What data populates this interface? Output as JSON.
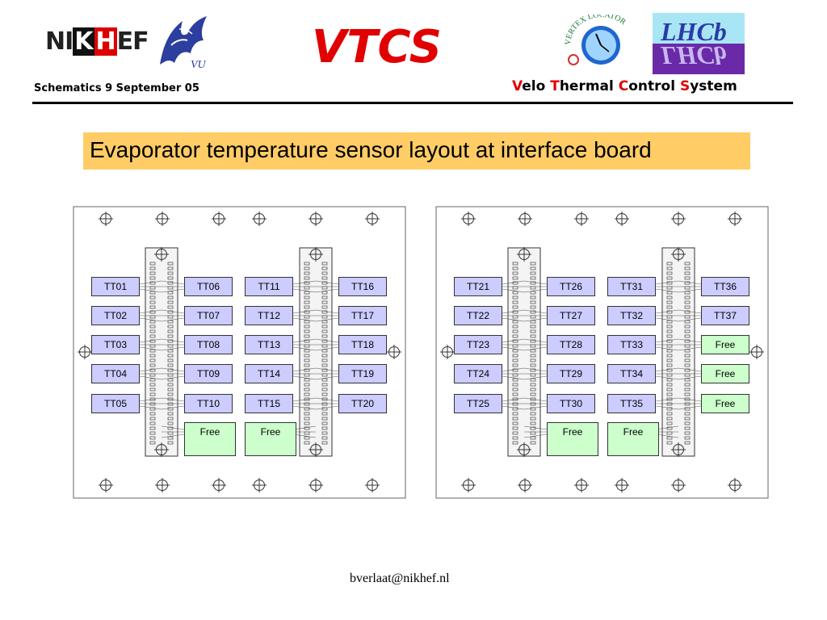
{
  "header": {
    "logo_text_parts": [
      "NI",
      "K",
      "H",
      "EF"
    ],
    "vu_text": "VU",
    "app_title": "VTCS",
    "date_line": "Schematics 9 September 05",
    "system_name": [
      {
        "cap": "V",
        "rest": "elo "
      },
      {
        "cap": "T",
        "rest": "hermal "
      },
      {
        "cap": "C",
        "rest": "ontrol "
      },
      {
        "cap": "S",
        "rest": "ystem"
      }
    ],
    "velo_ring_text": "VERTEX LOCATOR",
    "lhcb_text": "LHCb"
  },
  "title": "Evaporator temperature sensor layout at interface board",
  "boards": [
    {
      "sensors": [
        {
          "label": "TT01",
          "col": 0,
          "row": 0,
          "free": false
        },
        {
          "label": "TT02",
          "col": 0,
          "row": 1,
          "free": false
        },
        {
          "label": "TT03",
          "col": 0,
          "row": 2,
          "free": false
        },
        {
          "label": "TT04",
          "col": 0,
          "row": 3,
          "free": false
        },
        {
          "label": "TT05",
          "col": 0,
          "row": 4,
          "free": false
        },
        {
          "label": "TT06",
          "col": 1,
          "row": 0,
          "free": false
        },
        {
          "label": "TT07",
          "col": 1,
          "row": 1,
          "free": false
        },
        {
          "label": "TT08",
          "col": 1,
          "row": 2,
          "free": false
        },
        {
          "label": "TT09",
          "col": 1,
          "row": 3,
          "free": false
        },
        {
          "label": "TT10",
          "col": 1,
          "row": 4,
          "free": false
        },
        {
          "label": "Free",
          "col": 1,
          "row": 5,
          "free": true
        },
        {
          "label": "TT11",
          "col": 2,
          "row": 0,
          "free": false
        },
        {
          "label": "TT12",
          "col": 2,
          "row": 1,
          "free": false
        },
        {
          "label": "TT13",
          "col": 2,
          "row": 2,
          "free": false
        },
        {
          "label": "TT14",
          "col": 2,
          "row": 3,
          "free": false
        },
        {
          "label": "TT15",
          "col": 2,
          "row": 4,
          "free": false
        },
        {
          "label": "Free",
          "col": 2,
          "row": 5,
          "free": true
        },
        {
          "label": "TT16",
          "col": 3,
          "row": 0,
          "free": false
        },
        {
          "label": "TT17",
          "col": 3,
          "row": 1,
          "free": false
        },
        {
          "label": "TT18",
          "col": 3,
          "row": 2,
          "free": false
        },
        {
          "label": "TT19",
          "col": 3,
          "row": 3,
          "free": false
        },
        {
          "label": "TT20",
          "col": 3,
          "row": 4,
          "free": false
        }
      ]
    },
    {
      "sensors": [
        {
          "label": "TT21",
          "col": 0,
          "row": 0,
          "free": false
        },
        {
          "label": "TT22",
          "col": 0,
          "row": 1,
          "free": false
        },
        {
          "label": "TT23",
          "col": 0,
          "row": 2,
          "free": false
        },
        {
          "label": "TT24",
          "col": 0,
          "row": 3,
          "free": false
        },
        {
          "label": "TT25",
          "col": 0,
          "row": 4,
          "free": false
        },
        {
          "label": "TT26",
          "col": 1,
          "row": 0,
          "free": false
        },
        {
          "label": "TT27",
          "col": 1,
          "row": 1,
          "free": false
        },
        {
          "label": "TT28",
          "col": 1,
          "row": 2,
          "free": false
        },
        {
          "label": "TT29",
          "col": 1,
          "row": 3,
          "free": false
        },
        {
          "label": "TT30",
          "col": 1,
          "row": 4,
          "free": false
        },
        {
          "label": "Free",
          "col": 1,
          "row": 5,
          "free": true
        },
        {
          "label": "TT31",
          "col": 2,
          "row": 0,
          "free": false
        },
        {
          "label": "TT32",
          "col": 2,
          "row": 1,
          "free": false
        },
        {
          "label": "TT33",
          "col": 2,
          "row": 2,
          "free": false
        },
        {
          "label": "TT34",
          "col": 2,
          "row": 3,
          "free": false
        },
        {
          "label": "TT35",
          "col": 2,
          "row": 4,
          "free": false
        },
        {
          "label": "Free",
          "col": 2,
          "row": 5,
          "free": true
        },
        {
          "label": "TT36",
          "col": 3,
          "row": 0,
          "free": false
        },
        {
          "label": "TT37",
          "col": 3,
          "row": 1,
          "free": false
        },
        {
          "label": "Free",
          "col": 3,
          "row": 2,
          "free": true
        },
        {
          "label": "Free",
          "col": 3,
          "row": 3,
          "free": true
        },
        {
          "label": "Free",
          "col": 3,
          "row": 4,
          "free": true
        }
      ]
    }
  ],
  "footer": {
    "email": "bverlaat@nikhef.nl"
  },
  "colors": {
    "accent_red": "#e00000",
    "title_bg": "#ffcc66",
    "sensor_fill": "#ccccff",
    "free_fill": "#ccffcc"
  }
}
